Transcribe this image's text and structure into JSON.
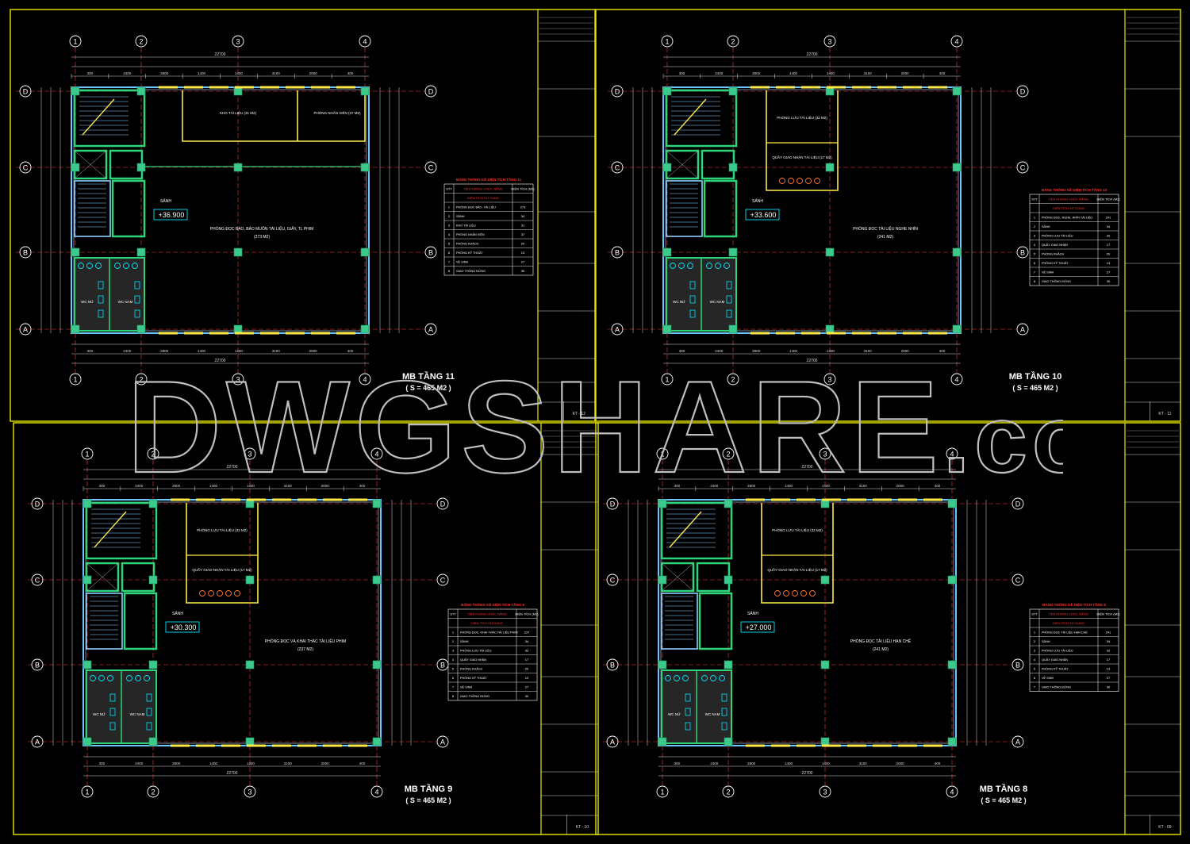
{
  "colors": {
    "background": "#000000",
    "frame": "#e6e600",
    "wall": "#2dd47a",
    "column": "#3cc98c",
    "grid_line": "#ff3b3b",
    "dimension": "#d9d9d9",
    "text": "#ffffff",
    "table_header": "#ff3030",
    "window": "#6ec6ff",
    "door": "#ffe94a",
    "cyan": "#00e5ff"
  },
  "watermark": {
    "text": "DWGSHARE",
    "suffix": ".com"
  },
  "grid_labels": {
    "columns": [
      "1",
      "2",
      "3",
      "4"
    ],
    "rows": [
      "D",
      "C",
      "B",
      "A"
    ]
  },
  "sheets": [
    {
      "id": "tang-11",
      "title": "MB TẦNG 11",
      "area": "( S = 465 M2 )",
      "elevation": "+36.900",
      "total_dim": "22700",
      "dims_top": [
        "300",
        "2400",
        "2800",
        "1400",
        "1400",
        "3100",
        "2000",
        "400"
      ],
      "room_main": "PHÒNG ĐỌC BÁO, BÁO MUÔN TÀI LIỆU, GIẤY, TL PHIM",
      "room_main_area": "(273 M2)",
      "rooms_small": [
        "KHO TÀI LIỆU (31 M2)",
        "PHÒNG NHÂN VIÊN (37 M2)"
      ],
      "table": {
        "title": "BẢNG THỐNG KÊ DIỆN TÍCH TẦNG 11",
        "headers": [
          "STT",
          "TÊN PHÒNG CHỨC NĂNG",
          "DIỆN TÍCH (M2)"
        ],
        "subheader": "DIỆN TÍCH SỬ DỤNG",
        "rows": [
          [
            "1",
            "PHÒNG ĐỌC BÁO, TÀI LIỆU",
            "273"
          ],
          [
            "2",
            "SẢNH",
            "34"
          ],
          [
            "3",
            "KHO TÀI LIỆU",
            "31"
          ],
          [
            "4",
            "PHÒNG NHÂN VIÊN",
            "37"
          ],
          [
            "5",
            "PHÒNG KHÁCH",
            "20"
          ],
          [
            "6",
            "PHÒNG KỸ THUẬT",
            "13"
          ],
          [
            "7",
            "VỆ SINH",
            "27"
          ],
          [
            "8",
            "GIAO THÔNG ĐỨNG",
            "30"
          ]
        ]
      },
      "sheet_no": "KT - 12"
    },
    {
      "id": "tang-10",
      "title": "MB TẦNG 10",
      "area": "( S = 465 M2 )",
      "elevation": "+33.600",
      "total_dim": "22700",
      "dims_top": [
        "300",
        "2400",
        "2800",
        "1400",
        "1400",
        "3100",
        "2000",
        "400"
      ],
      "room_main": "PHÒNG ĐỌC TÀI LIỆU NGHE NHÌN",
      "room_main_area": "(241 M2)",
      "rooms_small": [
        "PHÒNG LƯU TÀI LIỆU (32 M2)",
        "QUẦY GIAO NHẬN TÀI LIỆU (17 M2)"
      ],
      "table": {
        "title": "BẢNG THỐNG KÊ DIỆN TÍCH TẦNG 10",
        "headers": [
          "STT",
          "TÊN PHÒNG CHỨC NĂNG",
          "DIỆN TÍCH (M2)"
        ],
        "subheader": "DIỆN TÍCH SỬ DỤNG",
        "rows": [
          [
            "1",
            "PHÒNG ĐỌC, NGHE, NHÌN TÀI LIỆU",
            "241"
          ],
          [
            "2",
            "SẢNH",
            "34"
          ],
          [
            "3",
            "PHÒNG LƯU TÀI LIỆU",
            "32"
          ],
          [
            "4",
            "QUẦY GIAO NHẬN",
            "17"
          ],
          [
            "5",
            "PHÒNG KHÁCH",
            "20"
          ],
          [
            "6",
            "PHÒNG KỸ THUẬT",
            "13"
          ],
          [
            "7",
            "VỆ SINH",
            "27"
          ],
          [
            "8",
            "GIAO THÔNG ĐỨNG",
            "30"
          ]
        ]
      },
      "sheet_no": "KT - 11"
    },
    {
      "id": "tang-9",
      "title": "MB TẦNG 9",
      "area": "( S = 465 M2 )",
      "elevation": "+30.300",
      "total_dim": "22700",
      "dims_top": [
        "300",
        "2400",
        "2800",
        "1400",
        "1400",
        "3100",
        "2000",
        "400"
      ],
      "room_main": "PHÒNG ĐỌC VÀ KHAI THÁC TÀI LIỆU PHIM",
      "room_main_area": "(237 M2)",
      "rooms_small": [
        "PHÒNG LƯU TÀI LIỆU (32 M2)",
        "QUẦY GIAO NHẬN TÀI LIỆU (17 M2)"
      ],
      "table": {
        "title": "BẢNG THỐNG KÊ DIỆN TÍCH TẦNG 9",
        "headers": [
          "STT",
          "TÊN PHÒNG CHỨC NĂNG",
          "DIỆN TÍCH (M2)"
        ],
        "subheader": "DIỆN TÍCH SỬ DỤNG",
        "rows": [
          [
            "1",
            "PHÒNG ĐỌC, KHAI THÁC TÀI LIỆU PHIM",
            "237"
          ],
          [
            "2",
            "SẢNH",
            "34"
          ],
          [
            "3",
            "PHÒNG LƯU TÀI LIỆU",
            "32"
          ],
          [
            "4",
            "QUẦY GIAO NHẬN",
            "17"
          ],
          [
            "5",
            "PHÒNG KHÁCH",
            "20"
          ],
          [
            "6",
            "PHÒNG KỸ THUẬT",
            "13"
          ],
          [
            "7",
            "VỆ SINH",
            "27"
          ],
          [
            "8",
            "GIAO THÔNG ĐỨNG",
            "30"
          ]
        ]
      },
      "sheet_no": "KT - 10"
    },
    {
      "id": "tang-8",
      "title": "MB TẦNG 8",
      "area": "( S = 465 M2 )",
      "elevation": "+27.000",
      "total_dim": "22700",
      "dims_top": [
        "300",
        "2400",
        "2800",
        "1400",
        "1400",
        "3100",
        "2000",
        "400"
      ],
      "room_main": "PHÒNG ĐỌC TÀI LIỆU HẠN CHẾ",
      "room_main_area": "(241 M2)",
      "rooms_small": [
        "PHÒNG LƯU TÀI LIỆU (32 M2)",
        "QUẦY GIAO NHẬN TÀI LIỆU (17 M2)"
      ],
      "table": {
        "title": "BẢNG THỐNG KÊ DIỆN TÍCH TẦNG 8",
        "headers": [
          "STT",
          "TÊN PHÒNG CHỨC NĂNG",
          "DIỆN TÍCH (M2)"
        ],
        "subheader": "DIỆN TÍCH SỬ DỤNG",
        "rows": [
          [
            "1",
            "PHÒNG ĐỌC TÀI LIỆU HẠN CHẾ",
            "241"
          ],
          [
            "2",
            "SẢNH",
            "34"
          ],
          [
            "3",
            "PHÒNG LƯU TÀI LIỆU",
            "32"
          ],
          [
            "4",
            "QUẦY GIAO NHẬN",
            "17"
          ],
          [
            "5",
            "PHÒNG KỸ THUẬT",
            "13"
          ],
          [
            "6",
            "VỆ SINH",
            "27"
          ],
          [
            "7",
            "GIAO THÔNG ĐỨNG",
            "30"
          ]
        ]
      },
      "sheet_no": "KT - 09"
    }
  ]
}
